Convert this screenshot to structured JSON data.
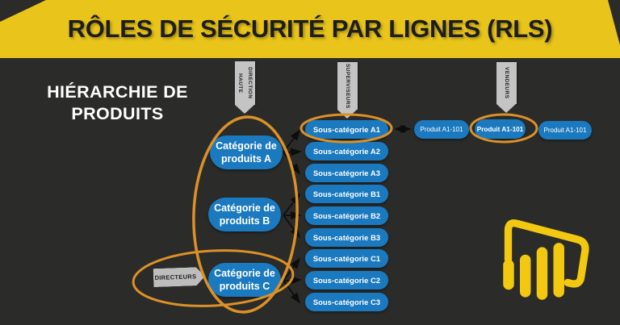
{
  "banner": {
    "title": "RÔLES DE SÉCURITÉ PAR LIGNES (RLS)"
  },
  "heading": "HIÉRARCHIE DE\nPRODUITS",
  "roles": {
    "haute_direction": "HAUTE\nDIRECTION",
    "superviseurs": "SUPERVISEURS",
    "vendeurs": "VENDEURS",
    "directeurs": "DIRECTEURS"
  },
  "categories": [
    {
      "label": "Catégorie de\nproduits A"
    },
    {
      "label": "Catégorie de\nproduits B"
    },
    {
      "label": "Catégorie de\nproduits C"
    }
  ],
  "subcategories": [
    {
      "label": "Sous-catégorie A1"
    },
    {
      "label": "Sous-catégorie A2"
    },
    {
      "label": "Sous-catégorie A3"
    },
    {
      "label": "Sous-catégorie B1"
    },
    {
      "label": "Sous-catégorie B2"
    },
    {
      "label": "Sous-catégorie B3"
    },
    {
      "label": "Sous-catégorie C1"
    },
    {
      "label": "Sous-catégorie C2"
    },
    {
      "label": "Sous-catégorie C3"
    }
  ],
  "products": [
    {
      "label": "Produit A1-101",
      "highlighted": false
    },
    {
      "label": "Produit A1-101",
      "highlighted": true
    },
    {
      "label": "Produit A1-101",
      "highlighted": false
    }
  ],
  "colors": {
    "banner_yellow": "#E9C51B",
    "background": "#2B2B29",
    "box_blue": "#1B79BF",
    "highlight_orange": "#DB9128",
    "pennant_gray": "#C4C4C4",
    "logo_yellow": "#F2C811"
  },
  "logo_name": "Power BI"
}
